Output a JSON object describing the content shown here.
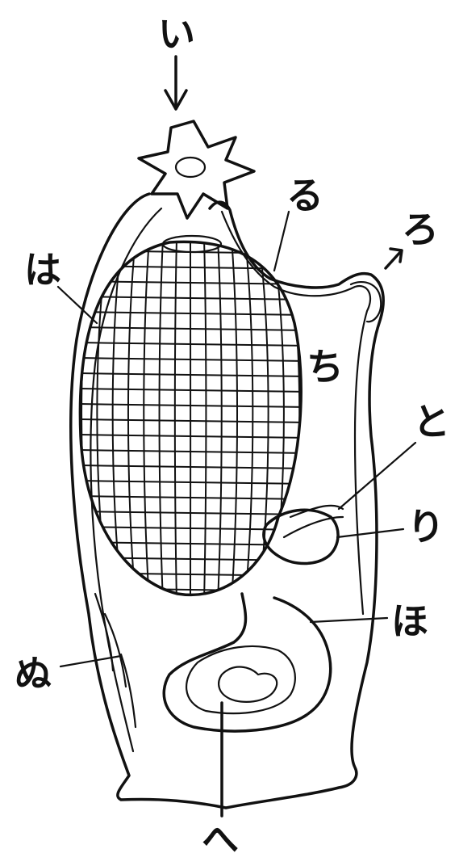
{
  "figure": {
    "labels": {
      "top": "い",
      "left_upper": "は",
      "ru": "る",
      "ro": "ろ",
      "chi": "ち",
      "to": "と",
      "ri": "り",
      "ho": "ほ",
      "nu": "ぬ",
      "bottom": "へ"
    }
  },
  "colors": {
    "ink": "#111111",
    "paper": "#ffffff"
  }
}
